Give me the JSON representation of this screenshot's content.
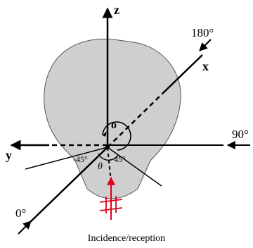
{
  "labels": {
    "z_axis": "z",
    "x_axis": "x",
    "y_axis": "y",
    "origin": "o",
    "theta": "θ",
    "angle_180": "180°",
    "angle_90": "90°",
    "angle_0": "0°",
    "angle_neg45": "-45°",
    "angle_pos45": "45°",
    "caption": "Incidence/reception"
  },
  "colors": {
    "body_fill": "#cfcfcf",
    "body_stroke": "#555555",
    "axis": "#000000",
    "incidence": "#e0001b"
  }
}
